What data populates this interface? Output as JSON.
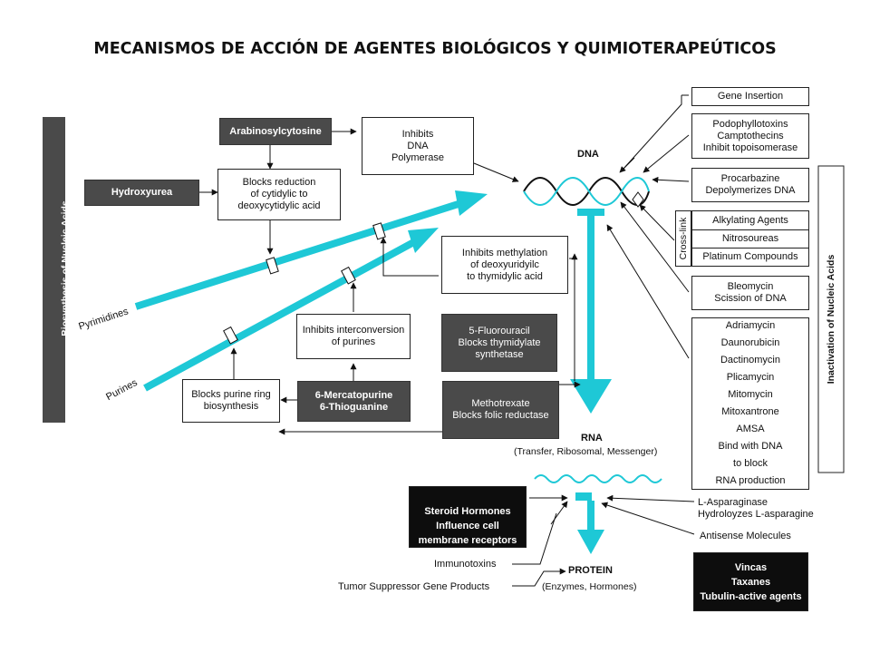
{
  "title": "MECANISMOS DE ACCIÓN DE AGENTES BIOLÓGICOS Y QUIMIOTERAPEÚTICOS",
  "sidebar_left": "Biosynthesis of Nucleic Acids",
  "sidebar_right": "Inactivation of Nucleic Acids",
  "pathways": {
    "pyrimidines": "Pyrimidines",
    "purines": "Purines"
  },
  "labels": {
    "dna": "DNA",
    "rna": "RNA",
    "rna_sub": "(Transfer, Ribosomal, Messenger)",
    "protein": "PROTEIN",
    "protein_sub": "(Enzymes, Hormones)",
    "cross_link": "Cross-link"
  },
  "left_boxes": {
    "arabinosylcytosine": "Arabinosylcytosine",
    "inhibits_dna_polymerase": "Inhibits\nDNA\nPolymerase",
    "hydroxyurea": "Hydroxyurea",
    "blocks_reduction": "Blocks reduction\nof cytidylic to\ndeoxycytidylic acid",
    "inhibits_methylation": "Inhibits methylation\nof deoxyuridyilc\nto thymidylic acid",
    "fluorouracil": "5-Fluorouracil\nBlocks thymidylate\nsynthetase",
    "inhibits_interconversion": "Inhibits interconversion\nof purines",
    "blocks_purine_ring": "Blocks purine ring\nbiosynthesis",
    "mercaptopurine": "6-Mercatopurine\n6-Thioguanine",
    "methotrexate": "Methotrexate\nBlocks folic reductase"
  },
  "right_boxes": {
    "gene_insertion": "Gene Insertion",
    "podophyllotoxins": "Podophyllotoxins\nCamptothecins\nInhibit topoisomerase",
    "procarbazine": "Procarbazine\nDepolymerizes DNA",
    "alkylating": "Alkylating Agents",
    "nitrosoureas": "Nitrosoureas",
    "platinum": "Platinum Compounds",
    "bleomycin": "Bleomycin\nScission of DNA",
    "antibiotics": "Adriamycin\nDaunorubicin\nDactinomycin\nPlicamycin\nMitomycin\nMitoxantrone\nAMSA\nBind with DNA\nto block\nRNA production"
  },
  "bottom": {
    "steroid": "Steroid Hormones\nInfluence cell\nmembrane receptors",
    "immunotoxins": "Immunotoxins",
    "tumor_suppressor": "Tumor Suppressor Gene Products",
    "asparaginase": "L-Asparaginase\nHydroloyzes L-asparagine",
    "antisense": "Antisense Molecules",
    "vincas": "Vincas\nTaxanes\nTubulin-active agents"
  },
  "colors": {
    "accent": "#1ec8d6",
    "dark_box": "#4a4a4a",
    "black_box": "#0d0d0d"
  }
}
